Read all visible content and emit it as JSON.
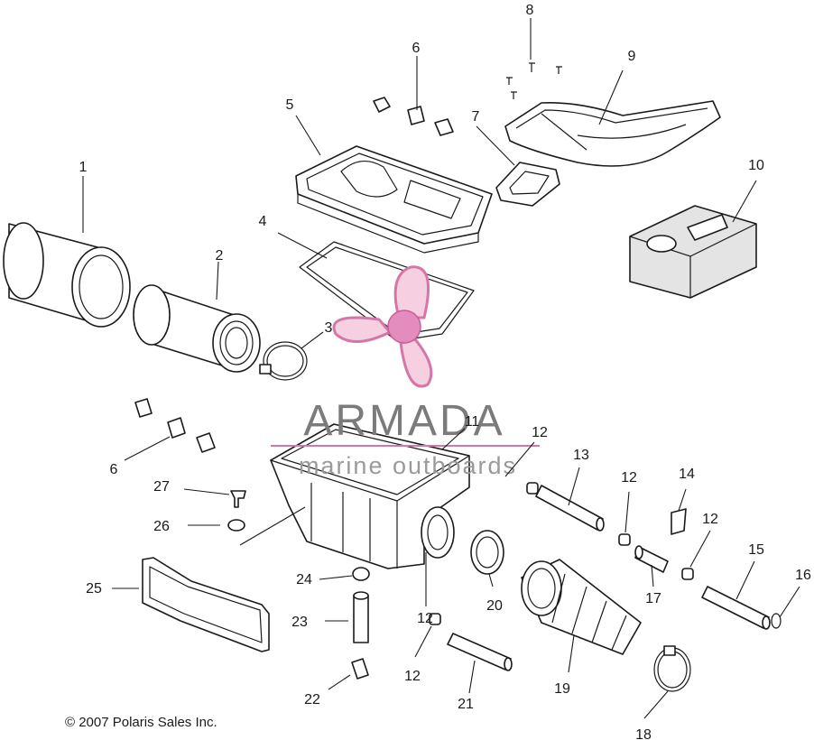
{
  "copyright": "© 2007 Polaris Sales Inc.",
  "watermark": {
    "title": "ARMADA",
    "subtitle": "marine outboards",
    "colors": {
      "propeller": "#e48cbd",
      "text": "#7b7b7b",
      "rule": "#d477a8"
    }
  },
  "callouts": {
    "c1": "1",
    "c2": "2",
    "c3": "3",
    "c4": "4",
    "c5": "5",
    "c6_top": "6",
    "c6_left": "6",
    "c7": "7",
    "c8": "8",
    "c9": "9",
    "c10": "10",
    "c11": "11",
    "c12_a": "12",
    "c12_b": "12",
    "c12_c": "12",
    "c12_d": "12",
    "c12_e": "12",
    "c13": "13",
    "c14": "14",
    "c15": "15",
    "c16": "16",
    "c17": "17",
    "c18": "18",
    "c19": "19",
    "c20": "20",
    "c21": "21",
    "c22": "22",
    "c23": "23",
    "c24": "24",
    "c25": "25",
    "c26": "26",
    "c27": "27"
  }
}
